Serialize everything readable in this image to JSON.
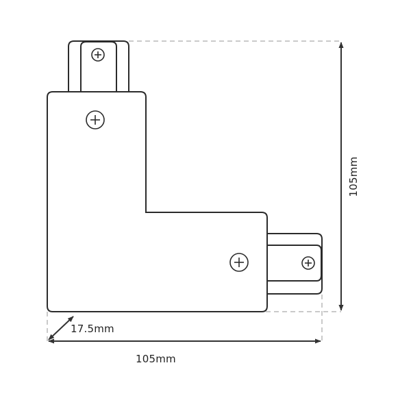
{
  "diagram": {
    "title": "L-shaped track connector technical drawing",
    "colors": {
      "outline": "#2b2b2b",
      "dimension": "#333333",
      "extension_line": "#b8b8b8",
      "background": "#ffffff"
    },
    "dimensions": {
      "height_label": "105mm",
      "width_label": "105mm",
      "depth_label": "17.5mm"
    },
    "screws": [
      {
        "name": "top-connector-screw"
      },
      {
        "name": "body-top-screw"
      },
      {
        "name": "body-right-screw"
      },
      {
        "name": "right-connector-screw"
      }
    ]
  }
}
